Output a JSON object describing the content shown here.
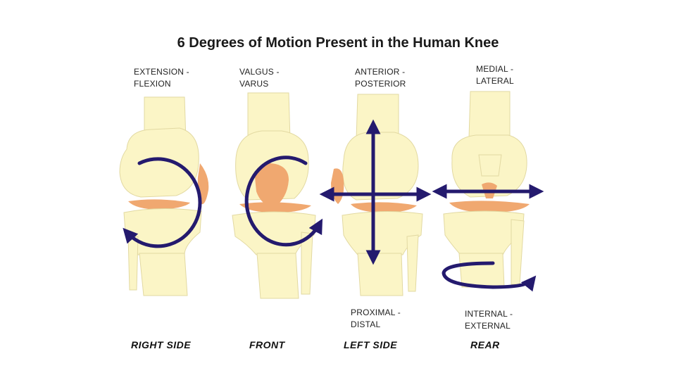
{
  "title": "6 Degrees of Motion Present in the Human Knee",
  "motions": {
    "extension_flexion": "EXTENSION -\nFLEXION",
    "valgus_varus": "VALGUS -\nVARUS",
    "anterior_posterior": "ANTERIOR -\nPOSTERIOR",
    "medial_lateral": "MEDIAL -\nLATERAL",
    "proximal_distal": "PROXIMAL -\nDISTAL",
    "internal_external": "INTERNAL -\nEXTERNAL"
  },
  "views": {
    "right_side": "RIGHT SIDE",
    "front": "FRONT",
    "left_side": "LEFT SIDE",
    "rear": "REAR"
  },
  "colors": {
    "bone": "#fbf5c6",
    "bone_outline": "#e2d9a2",
    "cartilage": "#f0a870",
    "arrow": "#241a6e"
  }
}
